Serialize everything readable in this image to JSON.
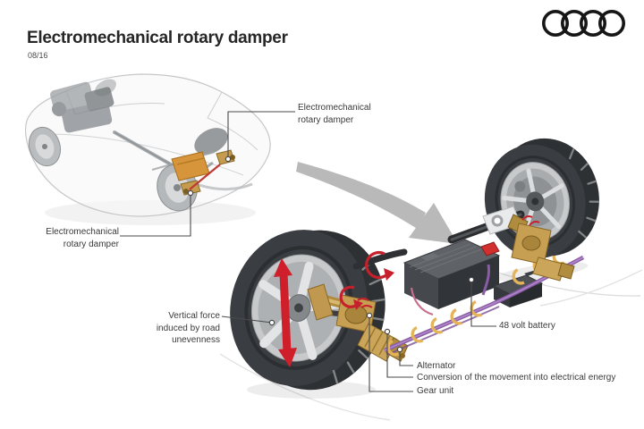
{
  "header": {
    "title": "Electromechanical rotary damper",
    "date": "08/16"
  },
  "logo": {
    "icon": "audi-rings-logo"
  },
  "callouts": {
    "damper_top": {
      "line1": "Electromechanical",
      "line2": "rotary damper"
    },
    "damper_left": {
      "line1": "Electromechanical",
      "line2": "rotary damper"
    },
    "vertical_force": {
      "line1": "Vertical force",
      "line2": "induced by road",
      "line3": "unevenness"
    },
    "battery": {
      "label": "48 volt battery"
    },
    "alternator": {
      "label": "Alternator"
    },
    "conversion": {
      "label": "Conversion of the movement into electrical energy"
    },
    "gear_unit": {
      "label": "Gear unit"
    }
  },
  "colors": {
    "accent_red": "#c5202c",
    "gold": "#c79f52",
    "orange": "#d6953a",
    "cable_purple": "#8a5ca5",
    "clip_yellow": "#e5b458",
    "battery_gray": "#45484d",
    "arrow_gray": "#b9b9b9",
    "text": "#3a3a3a",
    "logo_black": "#161616"
  }
}
